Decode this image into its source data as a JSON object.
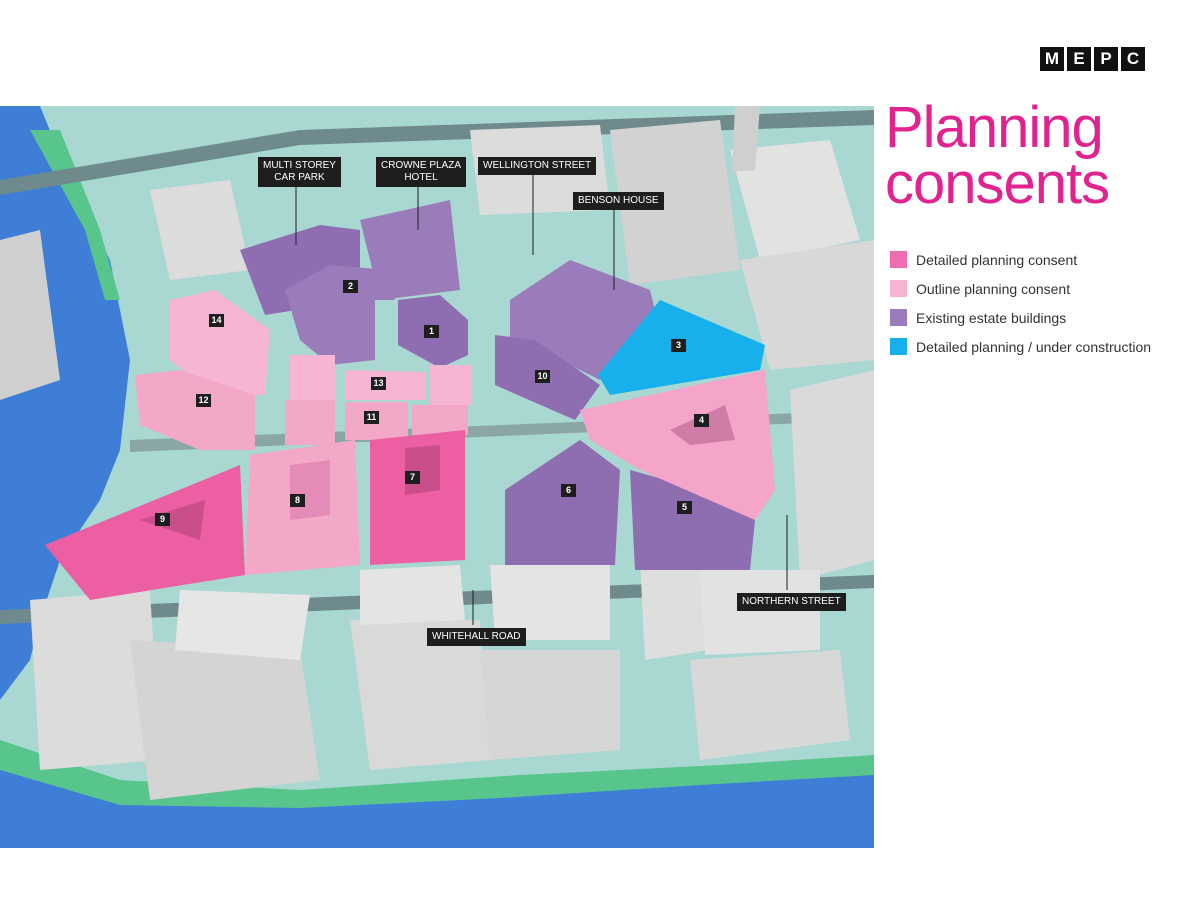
{
  "logo": {
    "letters": [
      "M",
      "E",
      "P",
      "C"
    ]
  },
  "title": {
    "line1": "Planning",
    "line2": "consents"
  },
  "legend": [
    {
      "label": "Detailed planning consent",
      "color": "#ef6cae"
    },
    {
      "label": "Outline planning consent",
      "color": "#f7b5d4"
    },
    {
      "label": "Existing estate buildings",
      "color": "#9b7cba"
    },
    {
      "label": "Detailed planning / under construction",
      "color": "#17b0ec"
    }
  ],
  "map": {
    "street_labels": {
      "multi_storey_1": "MULTI STOREY",
      "multi_storey_2": "CAR PARK",
      "crowne_1": "CROWNE PLAZA",
      "crowne_2": "HOTEL",
      "wellington": "WELLINGTON STREET",
      "benson": "BENSON HOUSE",
      "northern": "NORTHERN STREET",
      "whitehall": "WHITEHALL ROAD"
    },
    "plots": [
      "1",
      "2",
      "3",
      "4",
      "5",
      "6",
      "7",
      "8",
      "9",
      "10",
      "11",
      "12",
      "13",
      "14"
    ],
    "colors": {
      "water": "#3f7ed6",
      "ground": "#a9d8d2",
      "green": "#58c58d",
      "road": "#6f8a8c",
      "grey_building": "#dcdcdc",
      "detailed": "#ef6cae",
      "outline": "#f7b5d4",
      "existing": "#9b7cba",
      "construction": "#17b0ec"
    }
  }
}
